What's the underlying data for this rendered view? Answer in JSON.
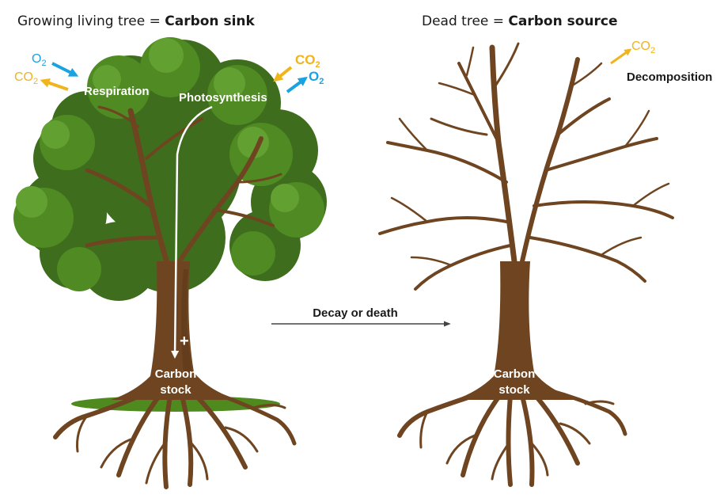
{
  "left_panel": {
    "title_plain": "Growing living tree = ",
    "title_bold": "Carbon sink",
    "labels": {
      "respiration": "Respiration",
      "photosynthesis": "Photosynthesis",
      "plus": "+",
      "carbon": "Carbon",
      "stock": "stock"
    },
    "gases": {
      "o2_in_base": "O",
      "o2_in_sub": "2",
      "co2_out_base": "CO",
      "co2_out_sub": "2",
      "co2_in_base": "CO",
      "co2_in_sub": "2",
      "o2_out_base": "O",
      "o2_out_sub": "2"
    }
  },
  "transition": {
    "label": "Decay or death"
  },
  "right_panel": {
    "title_plain": "Dead tree = ",
    "title_bold": "Carbon source",
    "labels": {
      "co2_base": "CO",
      "co2_sub": "2",
      "decomposition": "Decomposition",
      "carbon": "Carbon",
      "stock": "stock"
    }
  },
  "colors": {
    "leaf_dark": "#3e6e1d",
    "leaf_mid": "#4f8a22",
    "leaf_light": "#63a032",
    "trunk": "#6e4520",
    "trunk_dark": "#5a3818",
    "grass": "#4f8a1e",
    "blue_arrow": "#1ba3e0",
    "orange_arrow": "#f0b41c",
    "white": "#ffffff",
    "text": "#1a1a1a",
    "arrow_gray": "#444444"
  }
}
